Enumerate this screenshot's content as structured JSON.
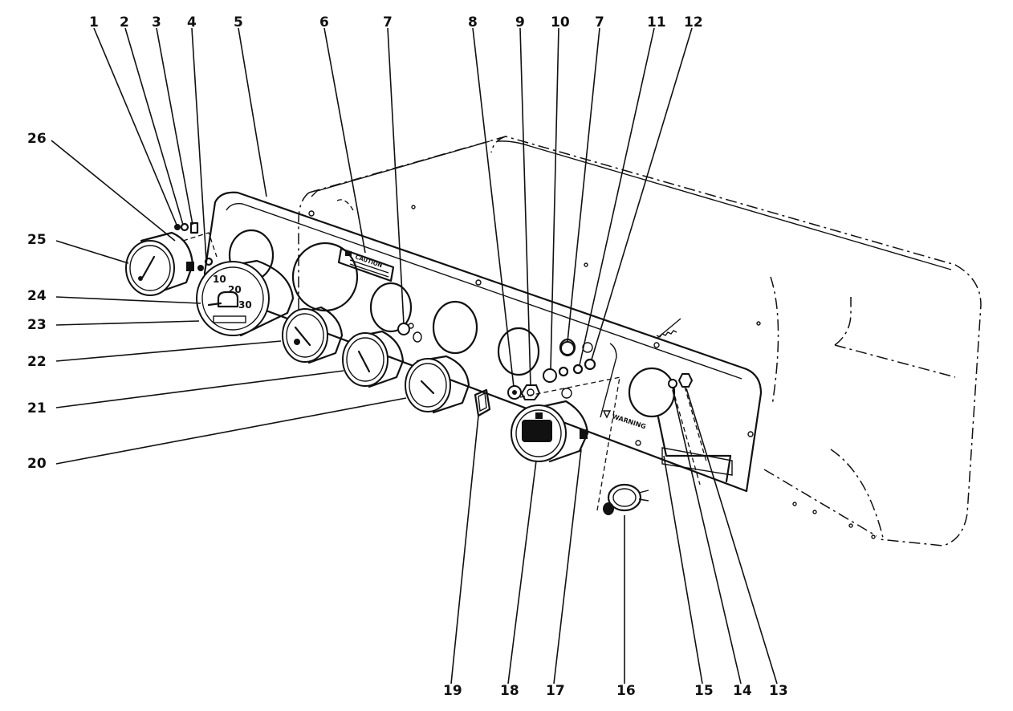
{
  "callouts": {
    "c1": "1",
    "c2": "2",
    "c3": "3",
    "c4": "4",
    "c5": "5",
    "c6": "6",
    "c7a": "7",
    "c7b": "7",
    "c8": "8",
    "c9": "9",
    "c10": "10",
    "c11": "11",
    "c12": "12",
    "c13": "13",
    "c14": "14",
    "c15": "15",
    "c16": "16",
    "c17": "17",
    "c18": "18",
    "c19": "19",
    "c20": "20",
    "c21": "21",
    "c22": "22",
    "c23": "23",
    "c24": "24",
    "c25": "25",
    "c26": "26"
  },
  "decals": {
    "caution": "CAUTION",
    "warning": "WARNING"
  },
  "speedometer": {
    "marks": [
      "10",
      "20",
      "30"
    ]
  }
}
